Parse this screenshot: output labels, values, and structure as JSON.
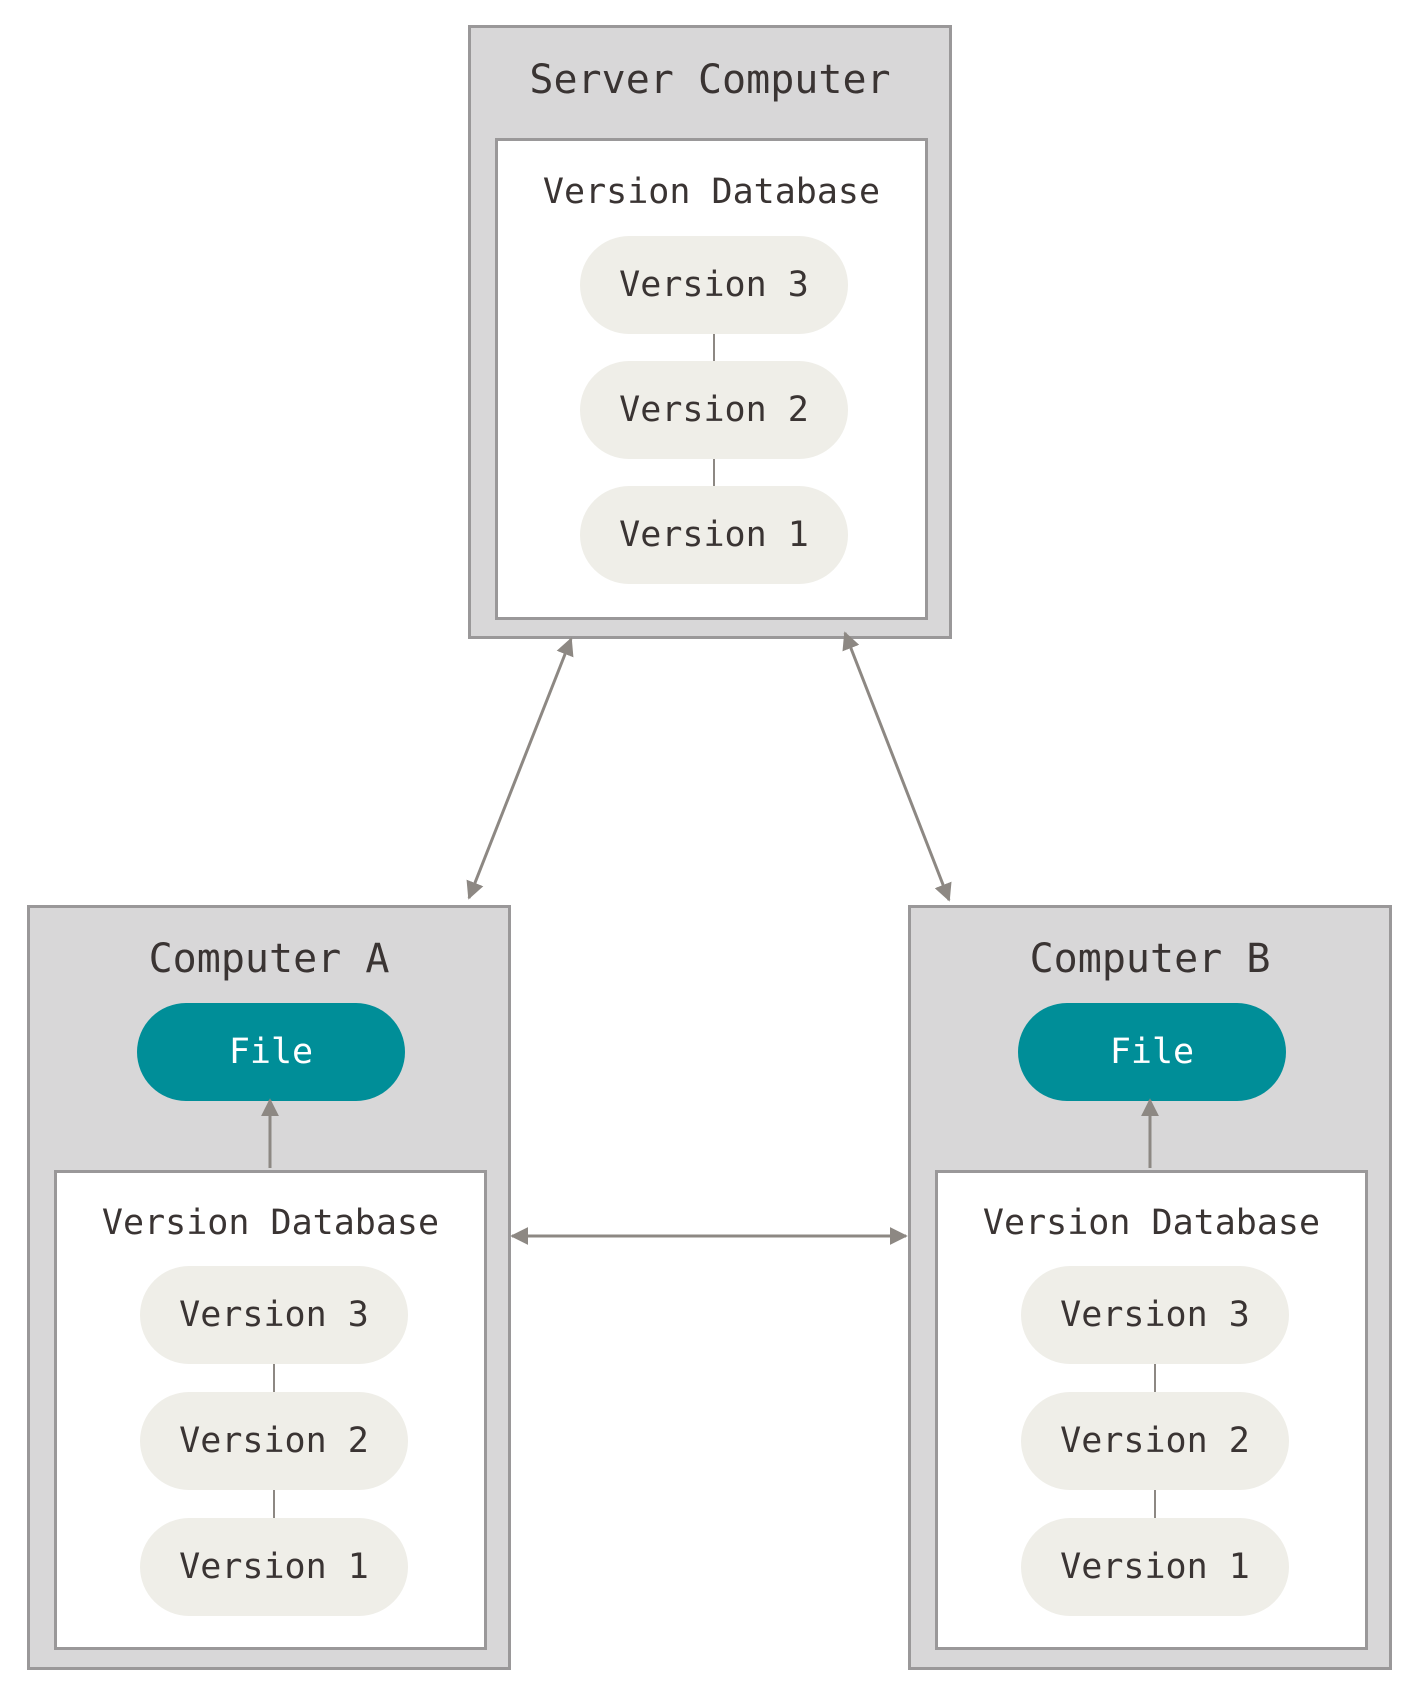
{
  "colors": {
    "computer_fill": "#d8d7d8",
    "border": "#9a9899",
    "version_pill": "#efeee8",
    "file_pill": "#008e98",
    "arrow": "#8d8883",
    "text": "#3a3433"
  },
  "server": {
    "title": "Server Computer",
    "database": {
      "title": "Version Database",
      "versions": [
        "Version 3",
        "Version 2",
        "Version 1"
      ]
    }
  },
  "computer_a": {
    "title": "Computer A",
    "file_label": "File",
    "database": {
      "title": "Version Database",
      "versions": [
        "Version 3",
        "Version 2",
        "Version 1"
      ]
    }
  },
  "computer_b": {
    "title": "Computer B",
    "file_label": "File",
    "database": {
      "title": "Version Database",
      "versions": [
        "Version 3",
        "Version 2",
        "Version 1"
      ]
    }
  }
}
